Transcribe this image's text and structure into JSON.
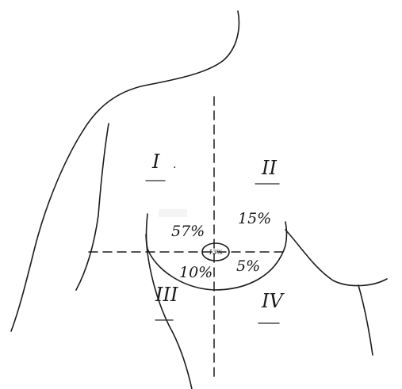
{
  "quadrants": {
    "q1": {
      "numeral": "I",
      "percent": "57%"
    },
    "q2": {
      "numeral": "II",
      "percent": "15%"
    },
    "q3": {
      "numeral": "III",
      "percent": "10%"
    },
    "q4": {
      "numeral": "IV",
      "percent": "5%"
    }
  },
  "center": {
    "percent": "13%"
  },
  "colors": {
    "ink": "#1c1c1c",
    "paper": "#ffffff"
  }
}
